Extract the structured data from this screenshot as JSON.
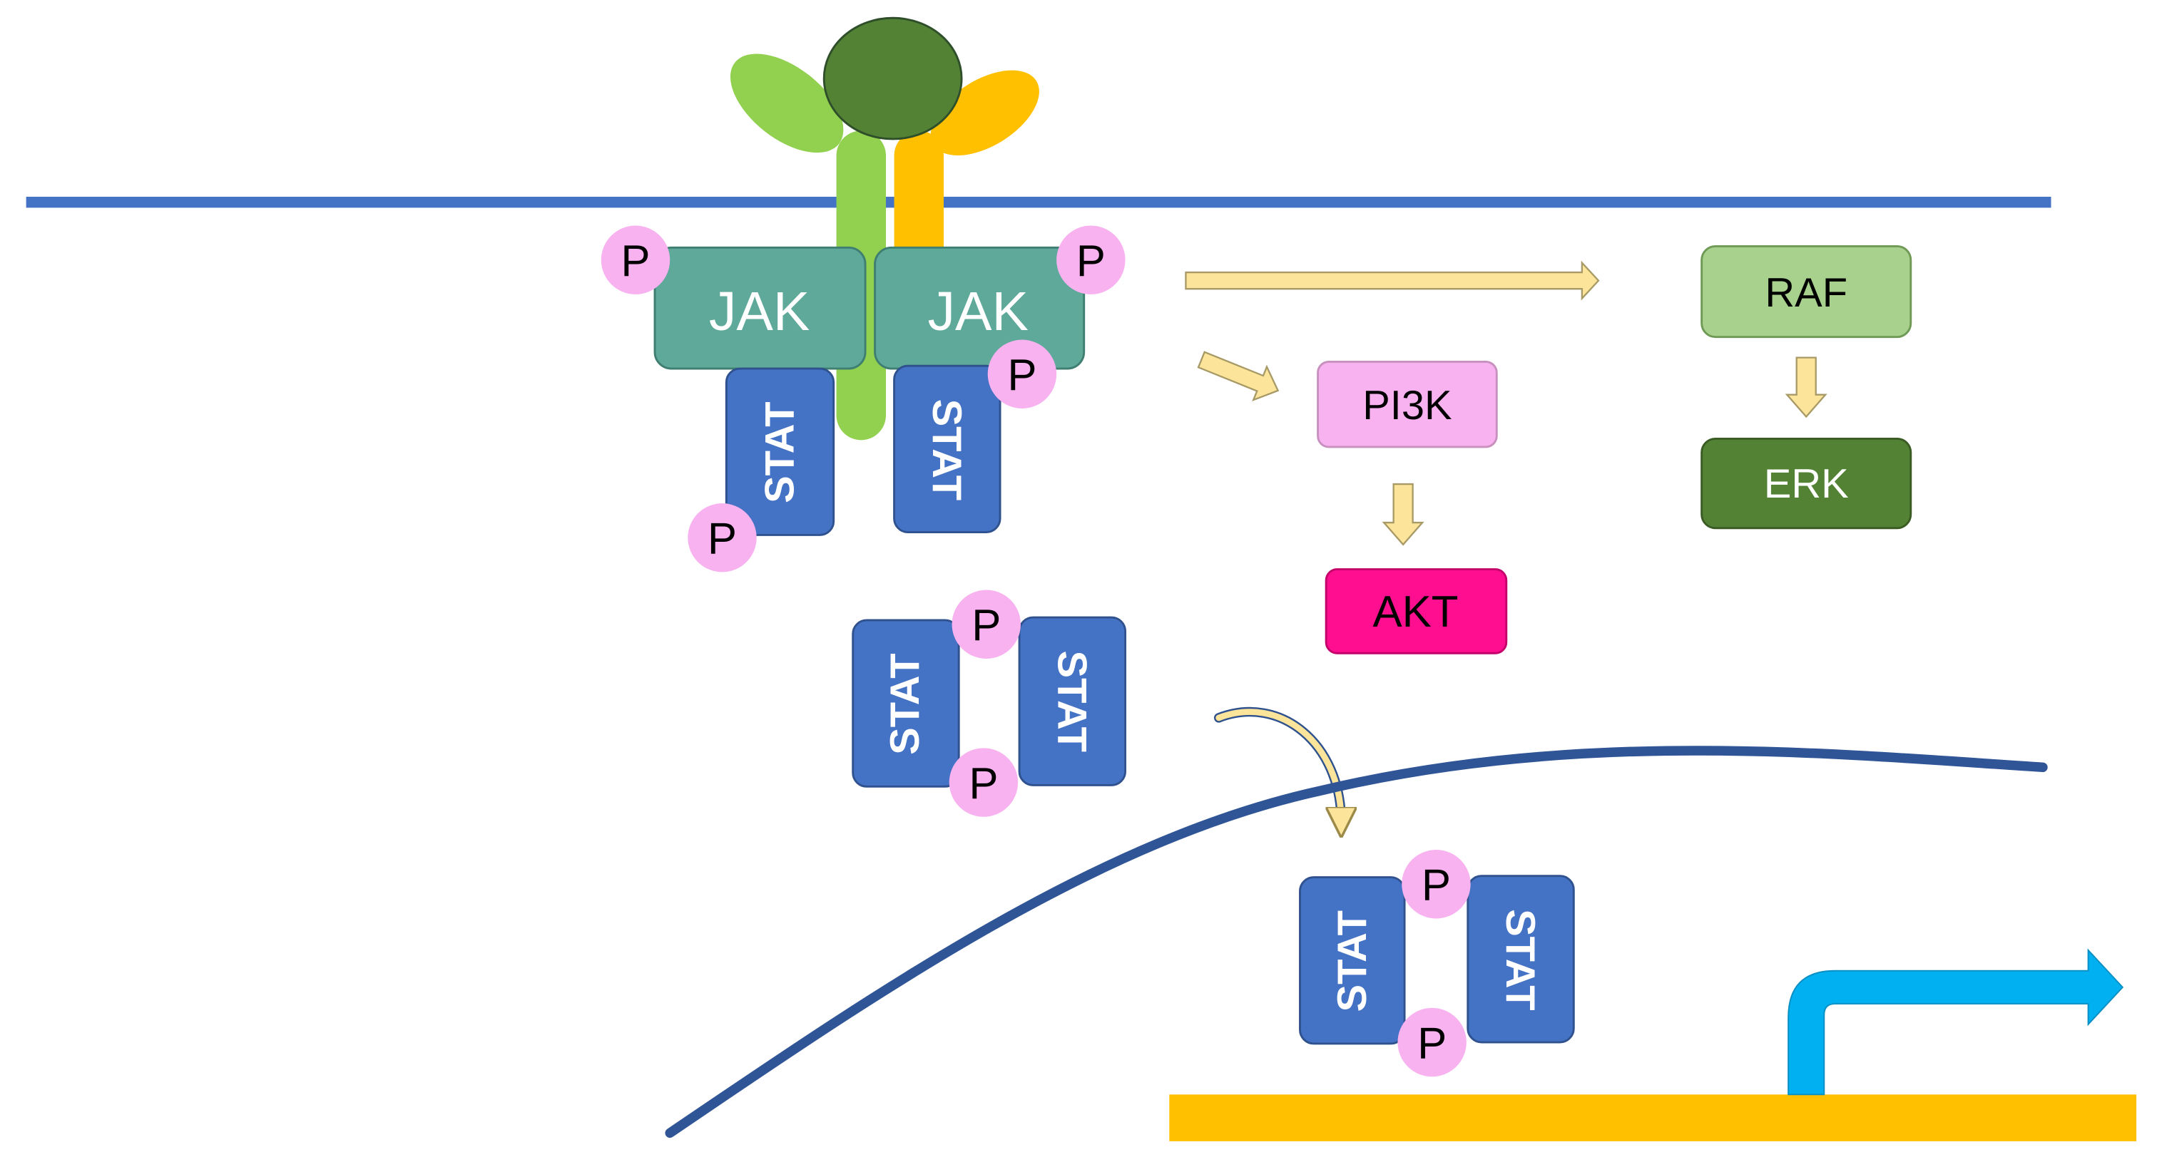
{
  "colors": {
    "membrane": "#4472c4",
    "nuclear_membrane": "#2f5597",
    "dna": "#ffc000",
    "transcription_arrow": "#00b0f0",
    "receptor_left": "#92d050",
    "receptor_right": "#ffc000",
    "ligand": "#548235",
    "jak": "#5fa99a",
    "stat": "#4472c4",
    "phospho": "#f8b2ef",
    "raf": "#a9d18e",
    "erk": "#548235",
    "pi3k": "#f8b2ef",
    "akt": "#ff0f8f",
    "signal_arrow": "#fce59a"
  },
  "labels": {
    "jak": "JAK",
    "stat": "STAT",
    "phospho": "P",
    "raf": "RAF",
    "erk": "ERK",
    "pi3k": "PI3K",
    "akt": "AKT"
  },
  "icons": {
    "ligand": "ligand-circle-icon",
    "receptor": "receptor-y-shape-icon",
    "transcription": "bent-arrow-icon"
  }
}
